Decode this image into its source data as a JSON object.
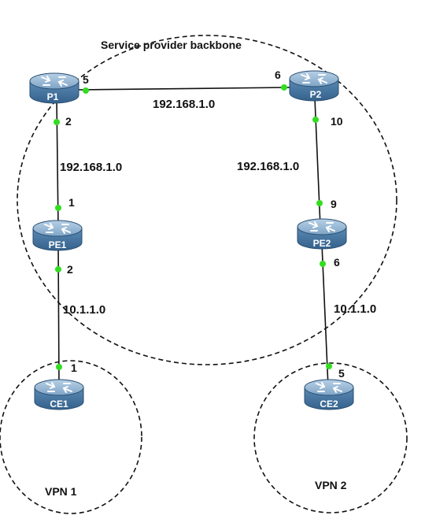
{
  "backbone": {
    "title": "Service provider backbone"
  },
  "vpns": [
    {
      "label": "VPN 1"
    },
    {
      "label": "VPN 2"
    }
  ],
  "routers": [
    {
      "id": "p1",
      "label": "P1"
    },
    {
      "id": "p2",
      "label": "P2"
    },
    {
      "id": "pe1",
      "label": "PE1"
    },
    {
      "id": "pe2",
      "label": "PE2"
    },
    {
      "id": "ce1",
      "label": "CE1"
    },
    {
      "id": "ce2",
      "label": "CE2"
    }
  ],
  "links": [
    {
      "id": "p1-p2",
      "network": "192.168.1.0",
      "a_port": "5",
      "b_port": "6"
    },
    {
      "id": "p1-pe1",
      "network": "192.168.1.0",
      "a_port": "2",
      "b_port": "1"
    },
    {
      "id": "p2-pe2",
      "network": "192.168.1.0",
      "a_port": "10",
      "b_port": "9"
    },
    {
      "id": "pe1-ce1",
      "network": "10.1.1.0",
      "a_port": "2",
      "b_port": "1"
    },
    {
      "id": "pe2-ce2",
      "network": "10.1.1.0",
      "a_port": "6",
      "b_port": "5"
    }
  ],
  "colors": {
    "router_body": "#4f7faa",
    "router_top": "#8fb3d1",
    "port_dot": "#33dd22",
    "line": "#111111"
  },
  "icons": {
    "router": "router-icon",
    "port": "port-dot"
  }
}
